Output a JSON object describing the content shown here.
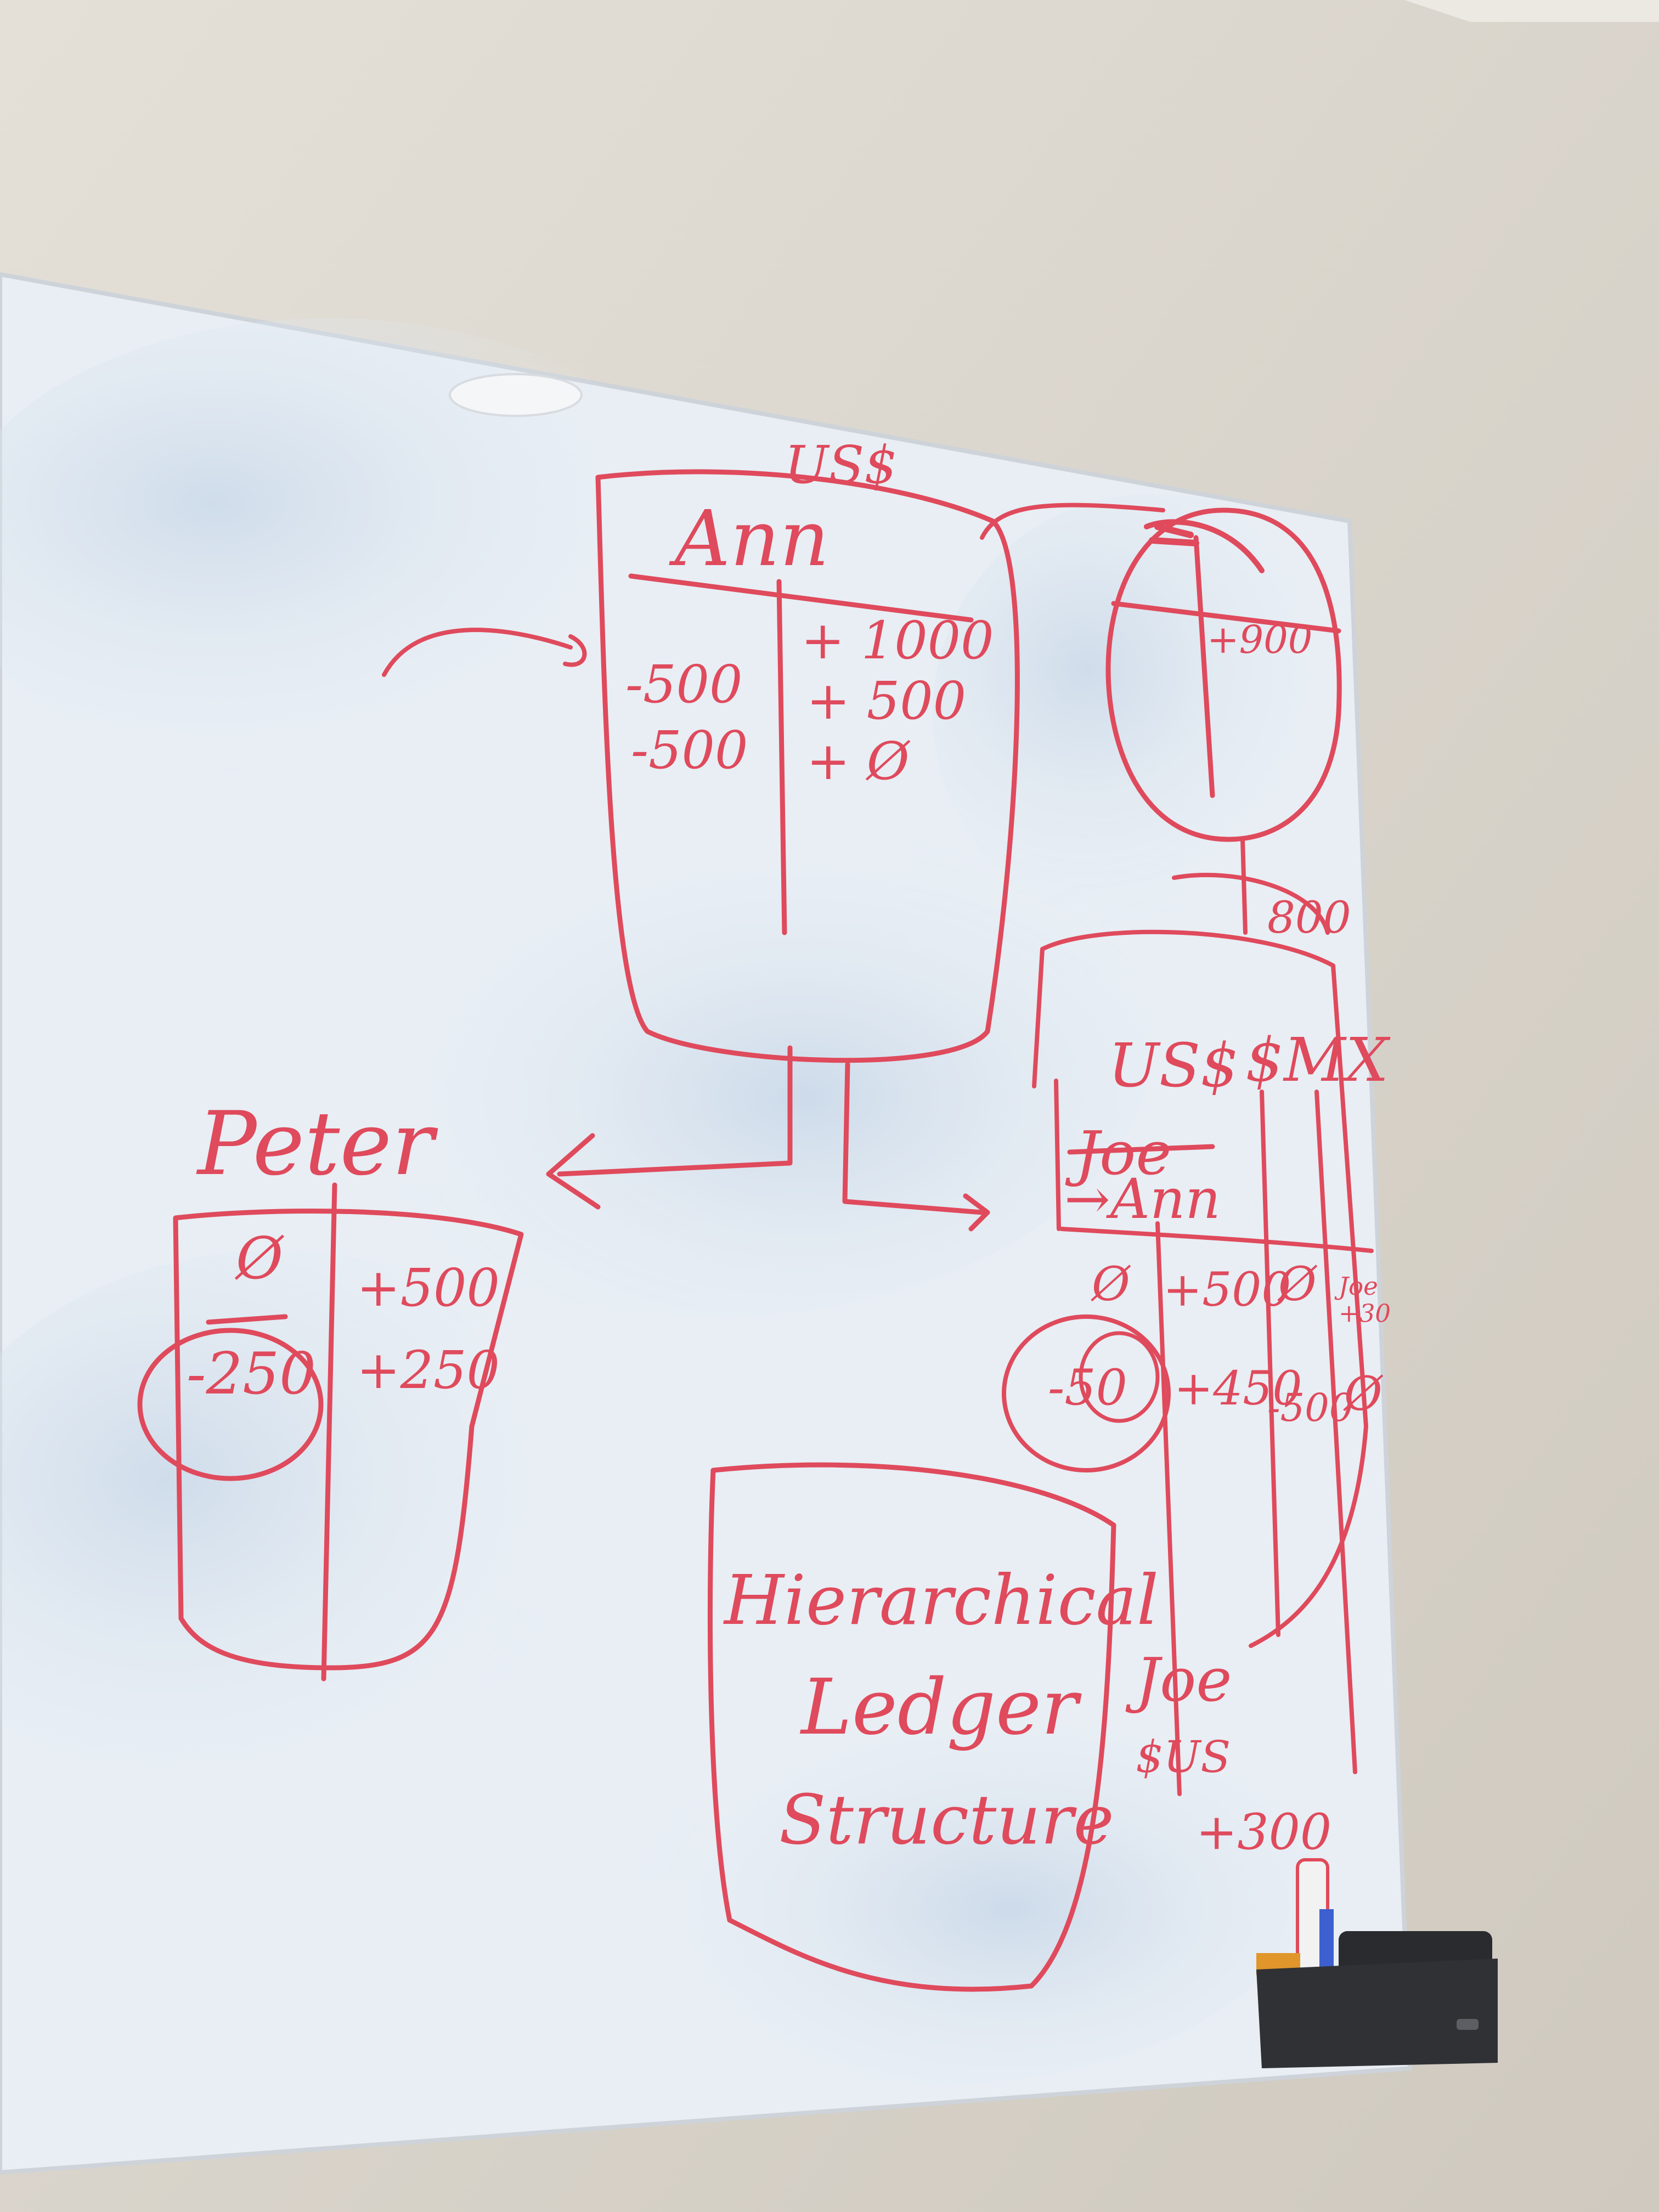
{
  "board": {
    "ann_ledger": {
      "currency": "US$",
      "title": "Ann",
      "debits": [
        "-500",
        "-500"
      ],
      "credits": [
        "+ 1000",
        "+ 500",
        "+ Ø"
      ]
    },
    "circle_ledger": {
      "value": "+900"
    },
    "link_value": "800",
    "peter_ledger": {
      "title": "Peter",
      "debits": [
        "Ø",
        "-250"
      ],
      "credits": [
        "+500",
        "+250"
      ]
    },
    "mixed_ledger": {
      "currency_left": "US$",
      "currency_right": "$MX",
      "owner_crossed": "Joe",
      "owner": "→Ann",
      "row1": [
        "Ø",
        "+500",
        "Ø"
      ],
      "row2": [
        "-50",
        "+450",
        "-500",
        "Ø"
      ],
      "side_note": "Joe\n+30"
    },
    "topic": {
      "line1": "Hierarchical",
      "line2": "Ledger",
      "line3": "Structure"
    },
    "note": {
      "line1": "Joe",
      "line2": "$US",
      "line3": "+300"
    }
  },
  "colors": {
    "wall": "#ddd8cf",
    "board": "#e9eff5",
    "ink": "#df4a5c",
    "marker_tray": "#2f3033"
  }
}
